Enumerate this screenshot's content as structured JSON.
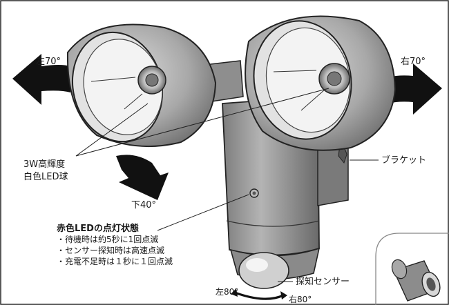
{
  "labels": {
    "pan_left": "左70°",
    "pan_right": "右70°",
    "tilt_down": "下40°",
    "led_type_line1": "3W高輝度",
    "led_type_line2": "白色LED球",
    "bracket": "ブラケット",
    "sensor": "探知センサー",
    "sensor_left": "左80°",
    "sensor_right": "右80°"
  },
  "red_led": {
    "title": "赤色LEDの点灯状態",
    "items": [
      "・待機時は約5秒に1回点滅",
      "・センサー探知時は高速点滅",
      "・充電不足時は１秒に１回点滅"
    ]
  },
  "colors": {
    "arrow": "#111111",
    "body": "#9a9a9a",
    "body_dark": "#6f6f6f",
    "body_light": "#c8c8c8",
    "outline": "#222222"
  }
}
